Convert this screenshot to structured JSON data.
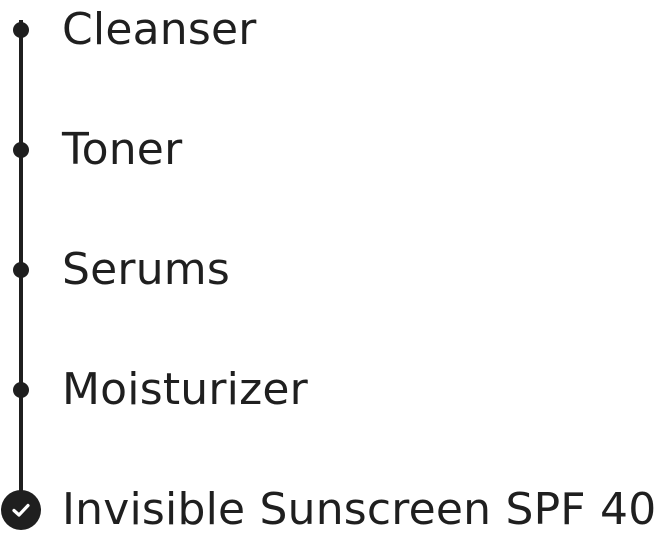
{
  "routine": {
    "steps": [
      {
        "label": "Cleanser",
        "status": "pending",
        "marker_icon": "dot-icon"
      },
      {
        "label": "Toner",
        "status": "pending",
        "marker_icon": "dot-icon"
      },
      {
        "label": "Serums",
        "status": "pending",
        "marker_icon": "dot-icon"
      },
      {
        "label": "Moisturizer",
        "status": "pending",
        "marker_icon": "dot-icon"
      },
      {
        "label": "Invisible Sunscreen SPF 40",
        "status": "completed",
        "marker_icon": "check-circle-icon"
      }
    ]
  },
  "colors": {
    "text": "#1f1f1f",
    "timeline": "#1f1f1f",
    "check_mark": "#ffffff",
    "background": "#ffffff"
  }
}
